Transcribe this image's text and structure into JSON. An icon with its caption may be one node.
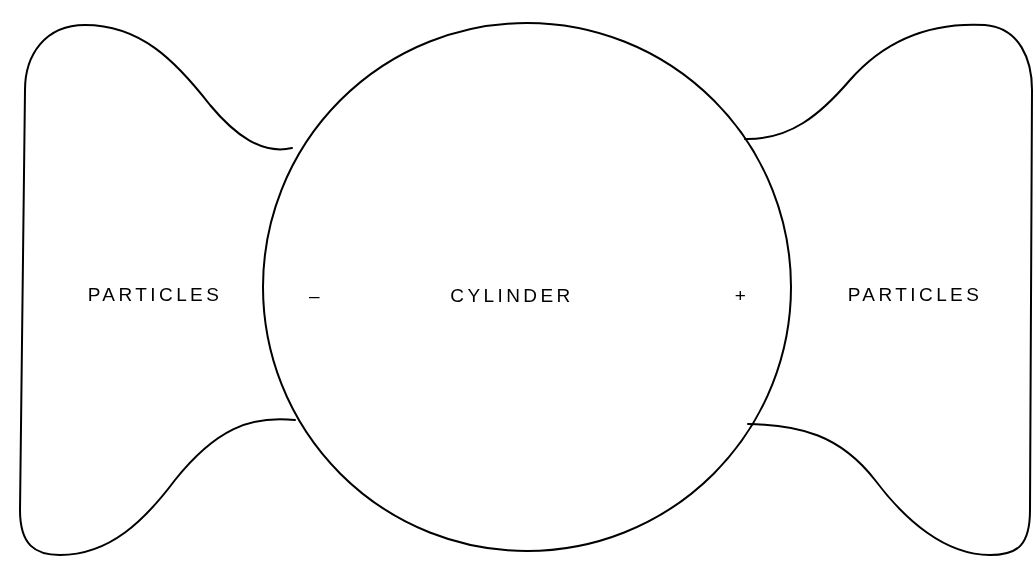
{
  "diagram": {
    "nodes": [
      {
        "text": [
          "PARTICLES"
        ]
      },
      {
        "text": [
          "–",
          "CYLINDER",
          "+"
        ]
      },
      {
        "text": [
          "PARTICLES"
        ]
      }
    ]
  }
}
